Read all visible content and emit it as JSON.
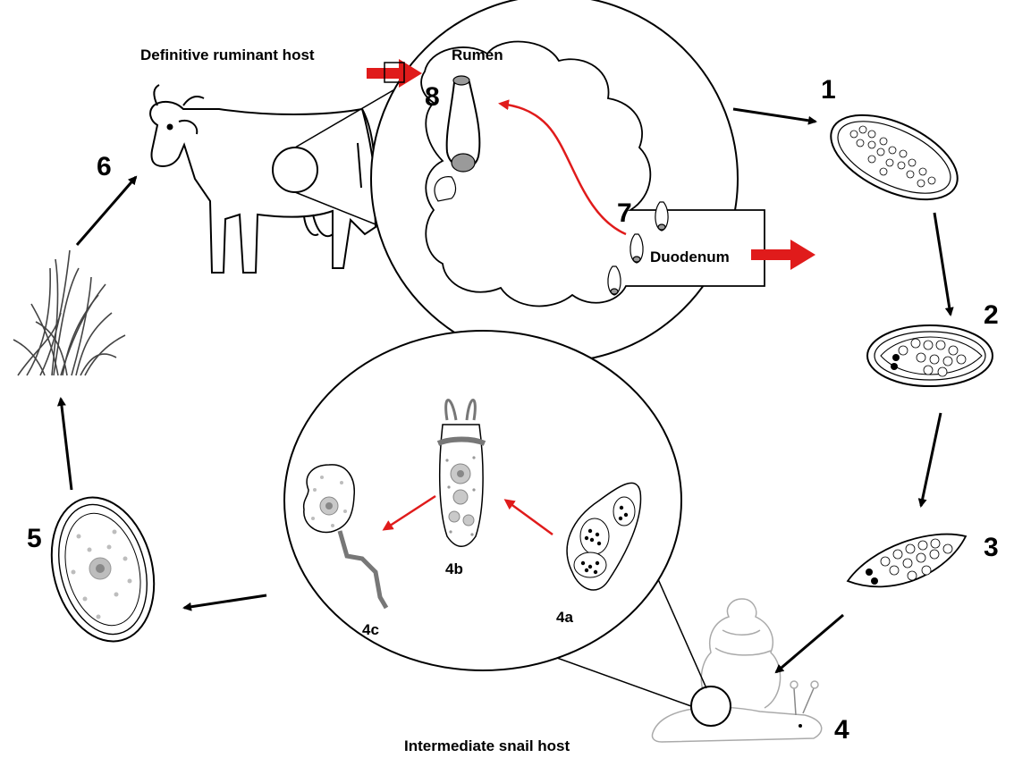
{
  "labels": {
    "definitive_host": "Definitive ruminant host",
    "rumen": "Rumen",
    "duodenum": "Duodenum",
    "intermediate_host": "Intermediate snail host"
  },
  "stages": {
    "s1": "1",
    "s2": "2",
    "s3": "3",
    "s4": "4",
    "s4a": "4a",
    "s4b": "4b",
    "s4c": "4c",
    "s5": "5",
    "s6": "6",
    "s7": "7",
    "s8": "8"
  },
  "colors": {
    "arrow_black": "#000000",
    "arrow_red": "#e01b1b",
    "structure_grey": "#8a8a8a",
    "egg_fill": "#bdbdbd"
  }
}
